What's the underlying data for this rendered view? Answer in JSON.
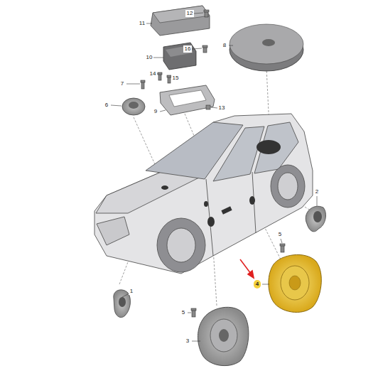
{
  "diagram": {
    "labels": [
      "11",
      "12",
      "10",
      "16",
      "8",
      "7",
      "14",
      "15",
      "6",
      "9",
      "13",
      "2",
      "5",
      "4",
      "1",
      "5",
      "3"
    ]
  }
}
